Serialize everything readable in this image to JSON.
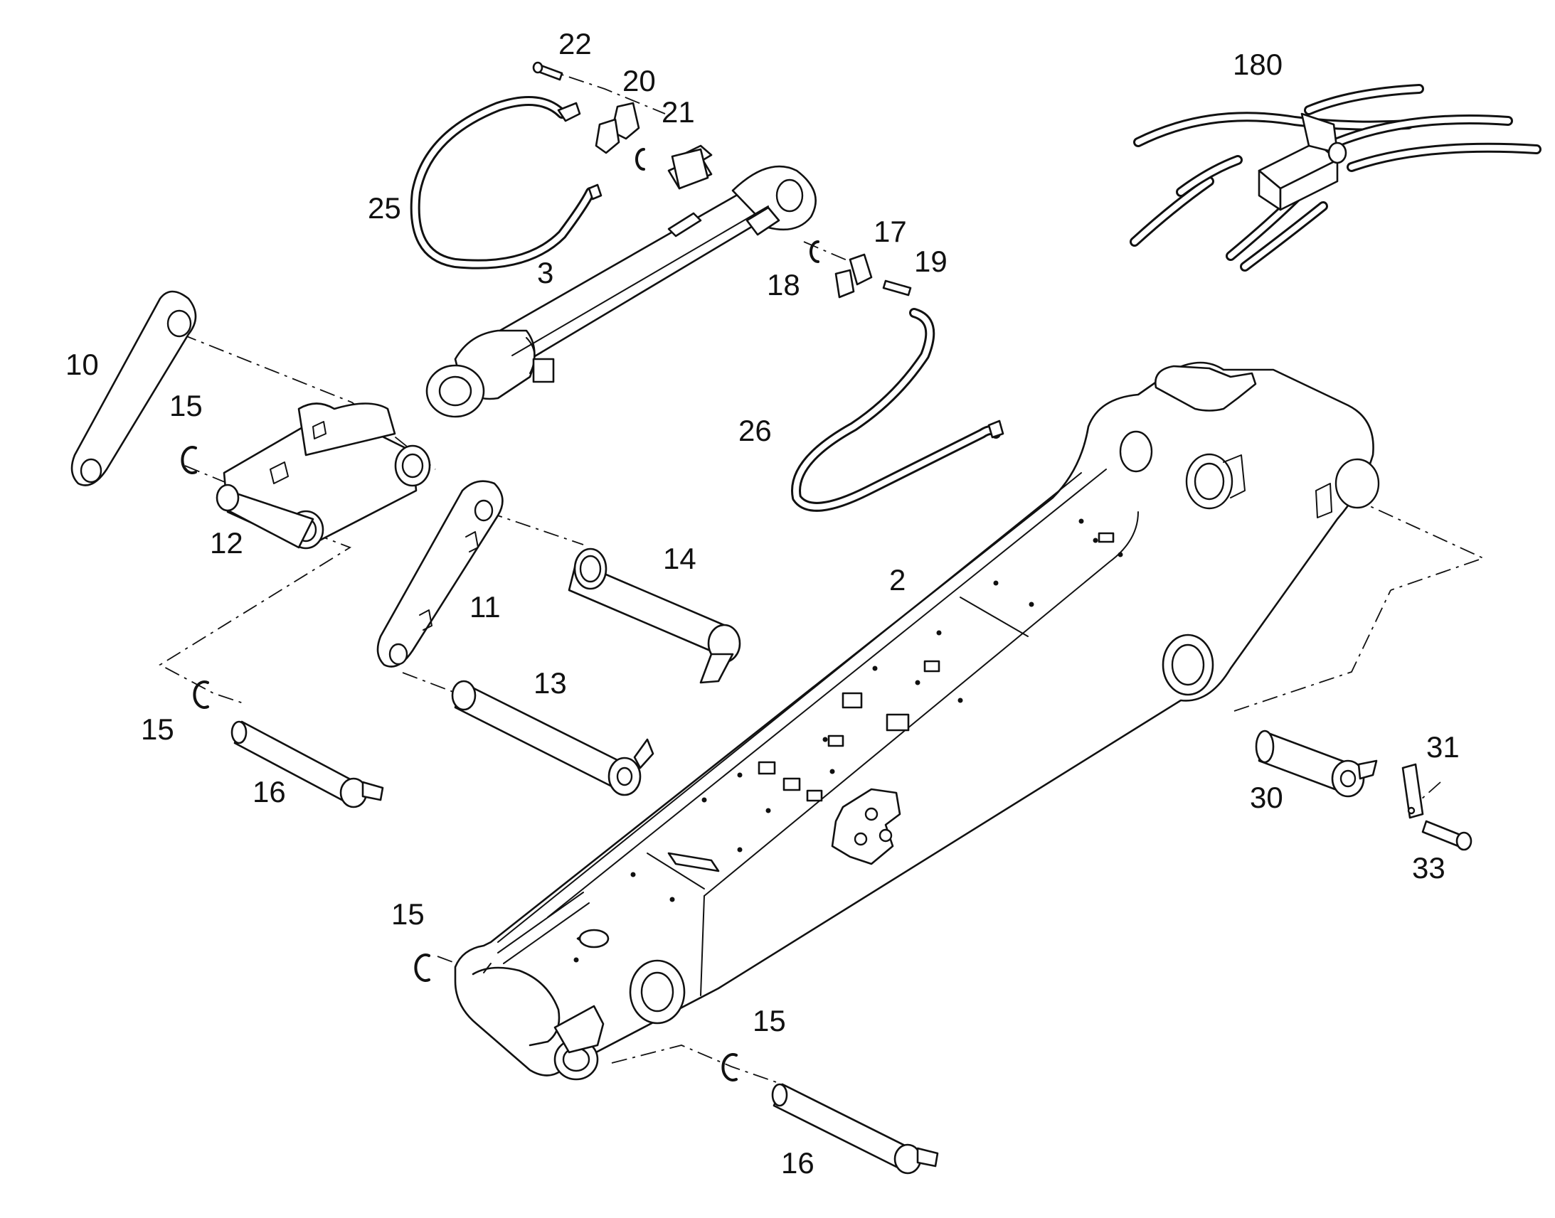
{
  "callouts": {
    "c2": "2",
    "c3": "3",
    "c10": "10",
    "c11": "11",
    "c12": "12",
    "c13": "13",
    "c14": "14",
    "c15a": "15",
    "c15b": "15",
    "c15c": "15",
    "c15d": "15",
    "c16a": "16",
    "c16b": "16",
    "c17": "17",
    "c18": "18",
    "c19": "19",
    "c20": "20",
    "c21": "21",
    "c22": "22",
    "c25": "25",
    "c26": "26",
    "c30": "30",
    "c31": "31",
    "c33": "33",
    "c180": "180"
  }
}
